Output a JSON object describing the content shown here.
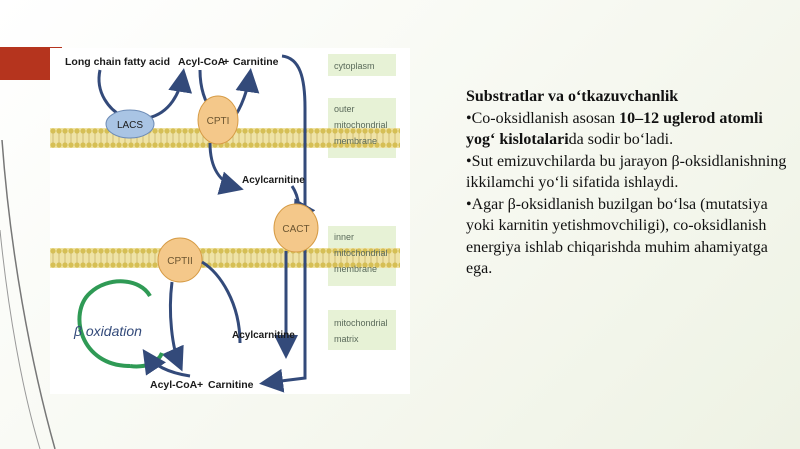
{
  "slide": {
    "title": "Substratlar va o‘tkazuvchanlik",
    "bullets": [
      {
        "pre": "•Co-oksidlanish asosan ",
        "bold": "10–12 uglerod atomli yog‘ kislotalari",
        "post": "da sodir bo‘ladi."
      },
      {
        "pre": "•Sut emizuvchilarda bu jarayon β-oksidlanishning ikkilamchi yo‘li sifatida ishlaydi.",
        "bold": "",
        "post": ""
      },
      {
        "pre": "•Agar β-oksidlanish buzilgan bo‘lsa (mutatsiya yoki karnitin yetishmovchiligi), co-oksidlanish energiya ishlab chiqarishda muhim ahamiyatga ega.",
        "bold": "",
        "post": ""
      }
    ]
  },
  "diagram": {
    "labels": {
      "fatty_acid": "Long chain fatty acid",
      "acyl_coa_top": "Acyl-CoA",
      "plus_top": "+",
      "carnitine_top": "Carnitine",
      "lacs": "LACS",
      "cpt1": "CPTI",
      "acylcarnitine_mid": "Acylcarnitine",
      "cact": "CACT",
      "cpt2": "CPTII",
      "beta_oxidation": "β oxidation",
      "acylcarnitine_low": "Acylcarnitine",
      "acyl_coa_bottom": "Acyl-CoA",
      "plus_bottom": "+",
      "carnitine_bottom": "Carnitine"
    },
    "compartments": {
      "cytoplasm": "cytoplasm",
      "outer_1": "outer",
      "outer_2": "mitochondrial",
      "outer_3": "membrane",
      "inner_1": "inner",
      "inner_2": "mitochondrial",
      "inner_3": "membrane",
      "matrix_1": "mitochondrial",
      "matrix_2": "matrix"
    },
    "colors": {
      "membrane": "#e3cf72",
      "membrane_dark": "#b9a24a",
      "enzyme_blue": "#a9c4e4",
      "enzyme_orange": "#f4c88a",
      "arrow": "#334a7a",
      "cycle": "#2f9a55",
      "label_box": "#e7f2d6"
    }
  }
}
